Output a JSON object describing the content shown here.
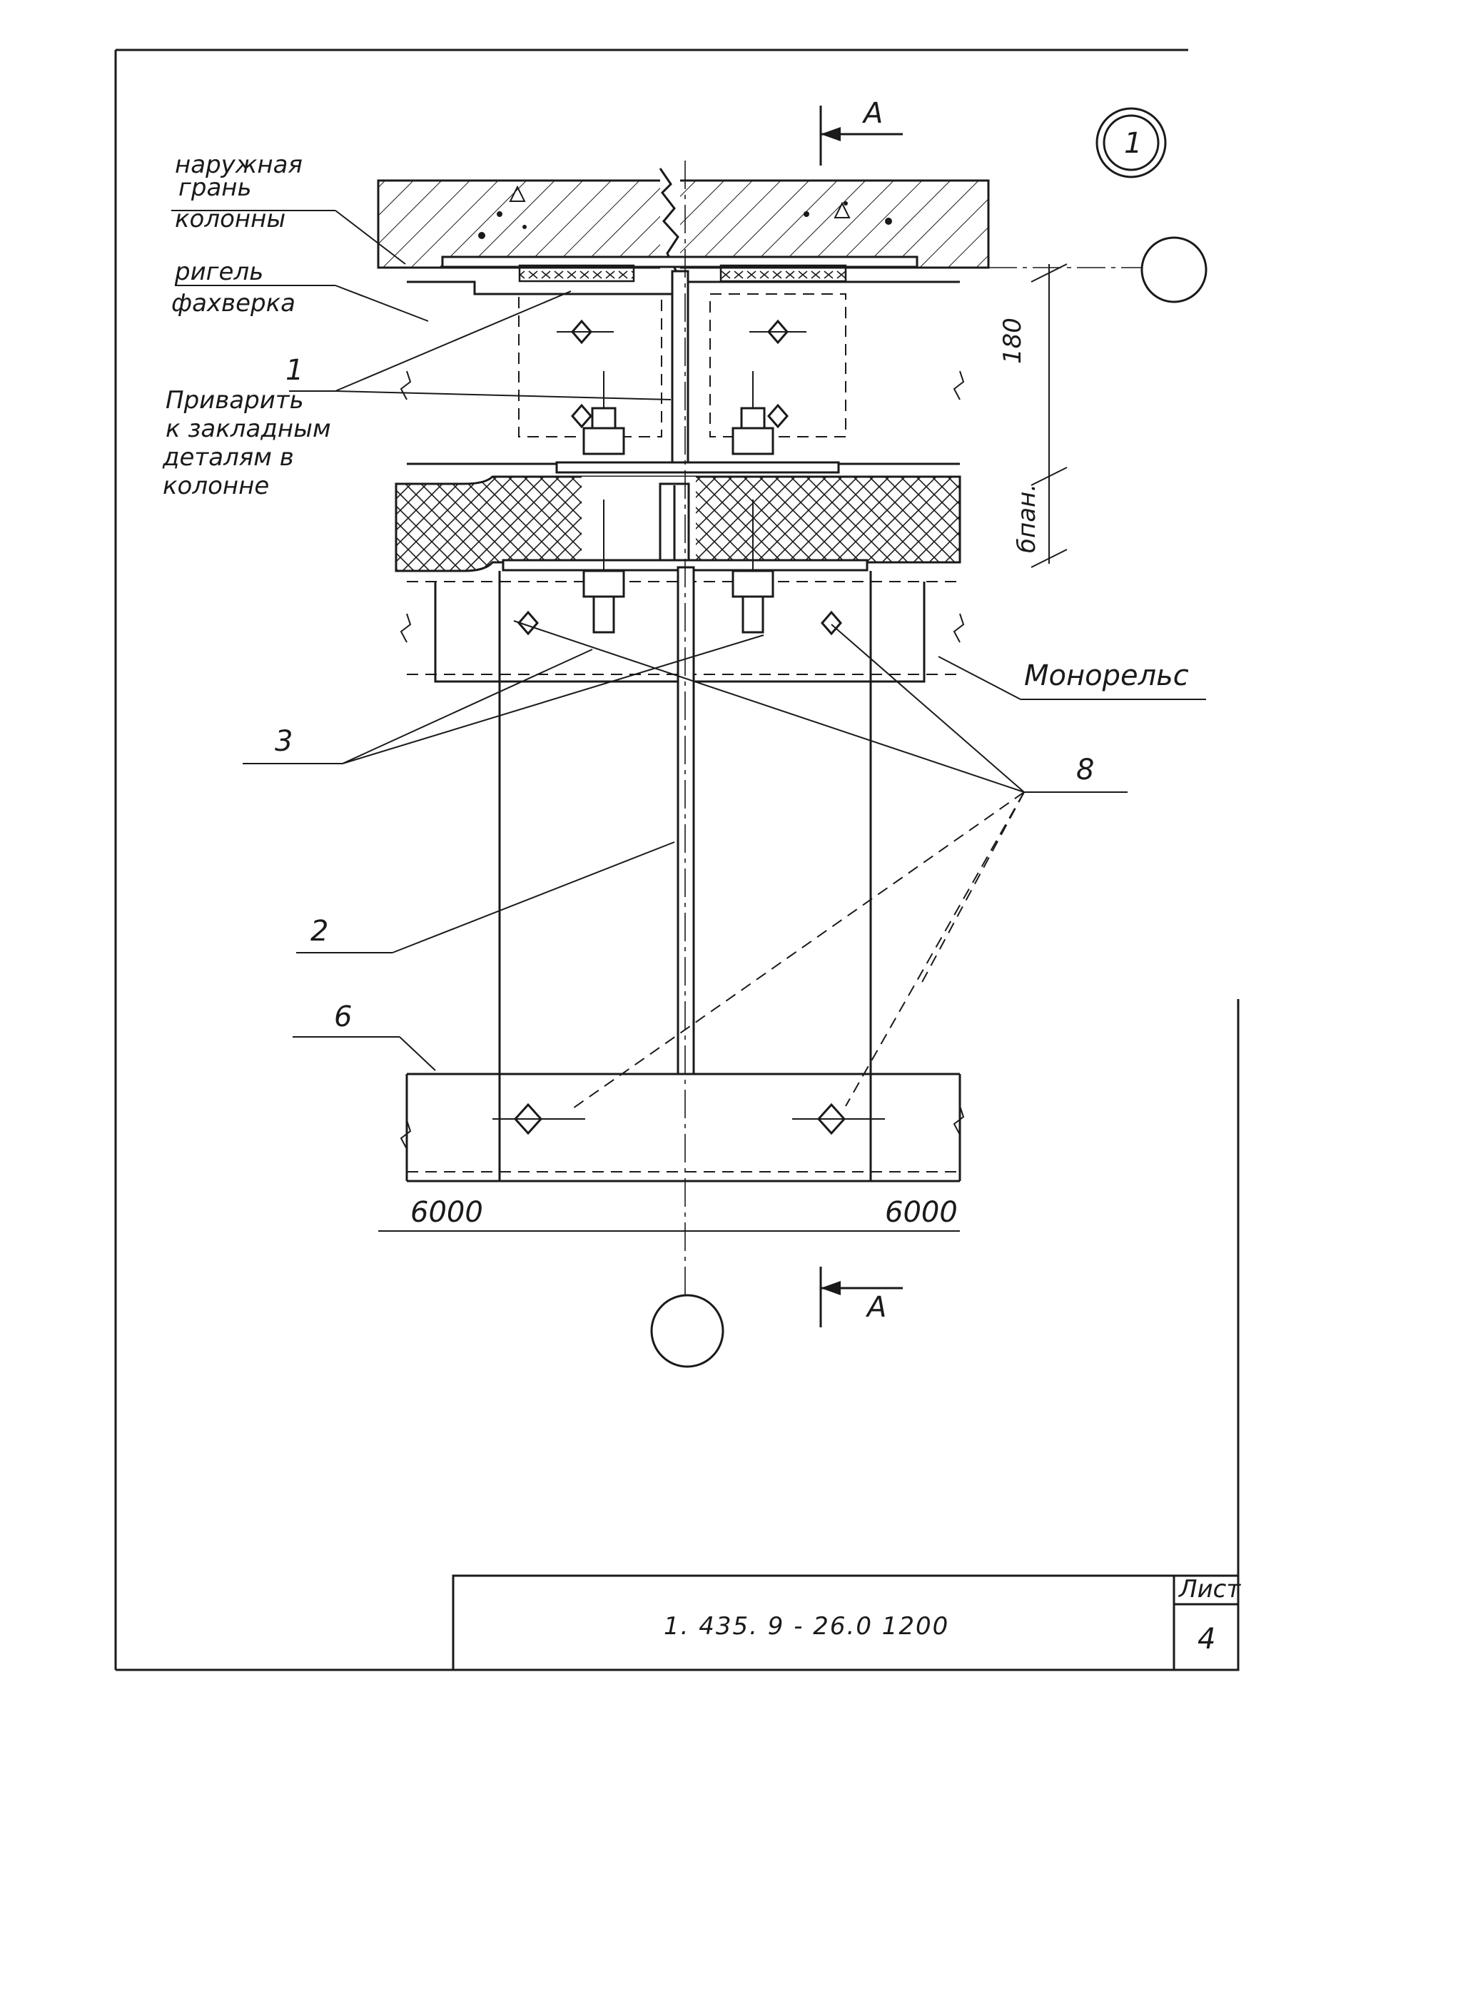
{
  "callouts": {
    "outer_face": [
      "наружная",
      "грань",
      "колонны"
    ],
    "beam": [
      "ригель",
      "фахверка"
    ],
    "weld_note": [
      "Приварить",
      "к закладным",
      "деталям в",
      "колонне"
    ],
    "monorail": "Монорельс",
    "pos_1": "1",
    "pos_2": "2",
    "pos_3": "3",
    "pos_6": "6",
    "pos_8": "8"
  },
  "detail_marker": "1",
  "section_mark": "А",
  "dimensions": {
    "height_180": "180",
    "panel_thickness": "бпан.",
    "span_left": "6000",
    "span_right": "6000"
  },
  "title_block": {
    "doc_code": "1. 435. 9 - 26.0    1200",
    "sheet_label": "Лист",
    "sheet_number": "4"
  }
}
